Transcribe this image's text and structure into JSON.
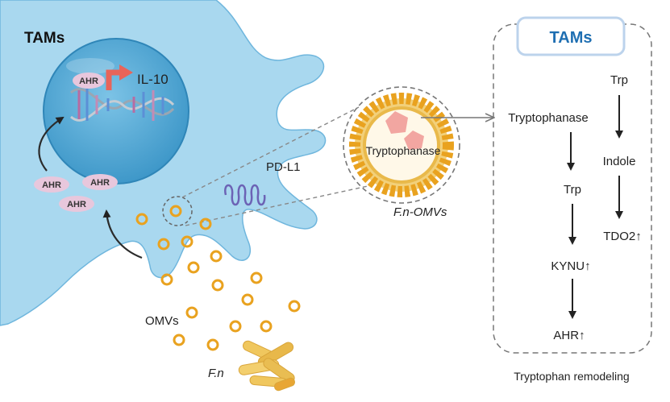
{
  "cell": {
    "label": "TAMs",
    "ahr": "AHR",
    "il10": "IL-10",
    "pdl1": "PD-L1",
    "omvs": "OMVs",
    "fn": "F.n"
  },
  "vesicle": {
    "enzyme": "Tryptophanase",
    "label": "F.n-OMVs"
  },
  "panel": {
    "header": "TAMs",
    "caption": "Tryptophan remodeling",
    "nodes": {
      "trp_top": "Trp",
      "tryptophanase": "Tryptophanase",
      "indole": "Indole",
      "trp_mid": "Trp",
      "tdo2": "TDO2↑",
      "kynu": "KYNU↑",
      "ahr": "AHR↑"
    }
  },
  "colors": {
    "cell_fill": "#a9d8ef",
    "cell_stroke": "#6fb6dd",
    "nucleus": "#4aa3d2",
    "ahr_fill": "#e8c7dc",
    "omv_ring": "#e9a21f",
    "bacteria": "#f0c75e",
    "panel_header": "#1f6fb2",
    "arrow_red": "#e8645a"
  }
}
